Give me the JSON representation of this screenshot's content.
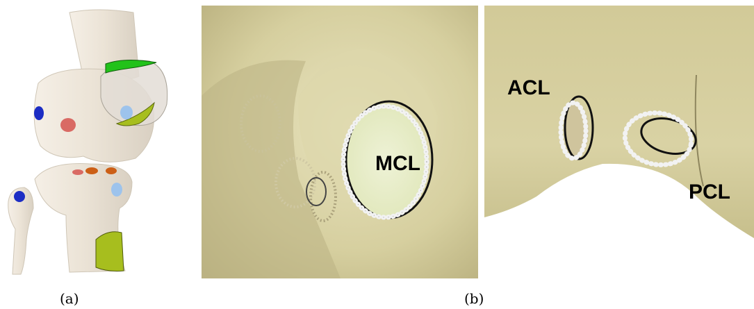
{
  "captions": {
    "a": "(a)",
    "b": "(b)"
  },
  "labels": {
    "mcl": "MCL",
    "acl": "ACL",
    "pcl": "PCL"
  },
  "colors": {
    "bone_light": "#ebe3d6",
    "bone_render": "#d9d2a4",
    "attachment_green": "#22c21a",
    "attachment_yellow_green": "#a7be1e",
    "attachment_blue": "#1c2dc4",
    "attachment_red": "#d96a64",
    "attachment_orange": "#cc5f16",
    "attachment_light_blue": "#9dc3ec",
    "outline_black": "#111111",
    "bead_white": "#f2f2f2"
  }
}
